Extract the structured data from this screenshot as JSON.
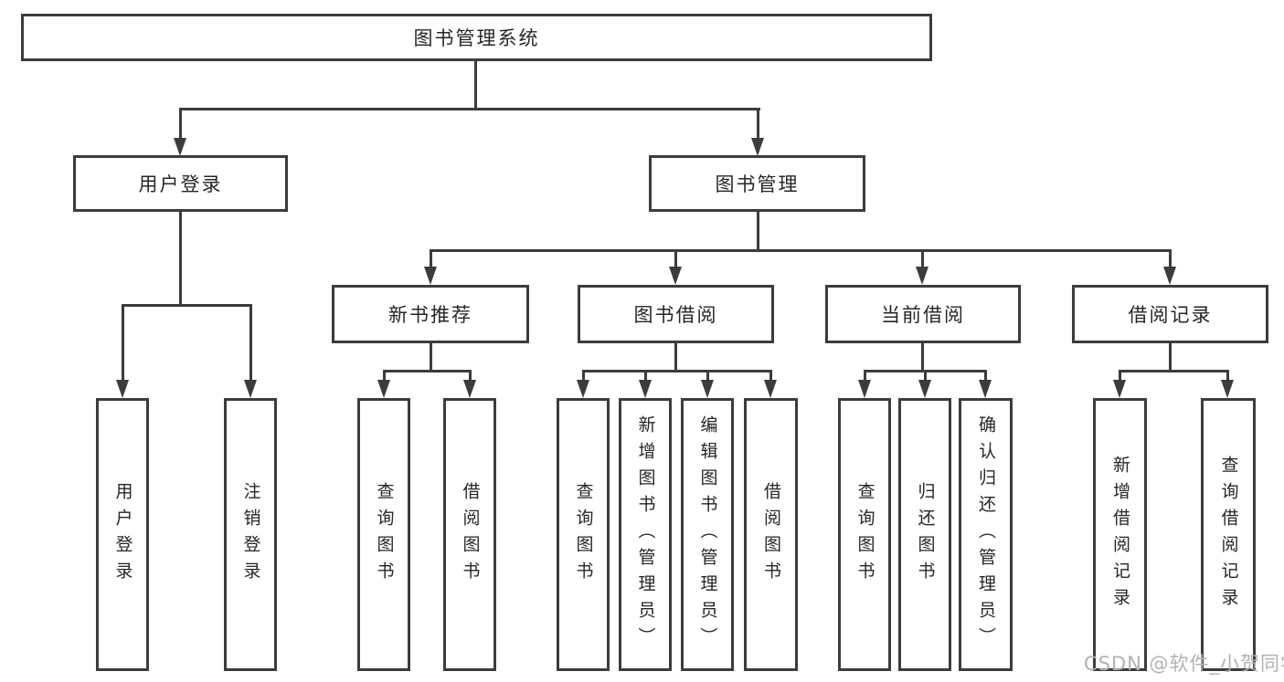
{
  "tree": {
    "root": {
      "label": "图书管理系统"
    },
    "branches": [
      {
        "label": "用户登录",
        "children": [
          {
            "label": "用户登录"
          },
          {
            "label": "注销登录"
          }
        ]
      },
      {
        "label": "图书管理",
        "children": [
          {
            "label": "新书推荐",
            "children": [
              {
                "label": "查询图书"
              },
              {
                "label": "借阅图书"
              }
            ]
          },
          {
            "label": "图书借阅",
            "children": [
              {
                "label": "查询图书"
              },
              {
                "label": "新增图书（管理员）"
              },
              {
                "label": "编辑图书（管理员）"
              },
              {
                "label": "借阅图书"
              }
            ]
          },
          {
            "label": "当前借阅",
            "children": [
              {
                "label": "查询图书"
              },
              {
                "label": "归还图书"
              },
              {
                "label": "确认归还（管理员）"
              }
            ]
          },
          {
            "label": "借阅记录",
            "children": [
              {
                "label": "新增借阅记录"
              },
              {
                "label": "查询借阅记录"
              }
            ]
          }
        ]
      }
    ]
  },
  "watermark": {
    "text": "CSDN @软件_小贺同学"
  },
  "colors": {
    "line": "#3c3c3c",
    "text": "#262626",
    "background": "#ffffff",
    "watermark": "#b2b2b2"
  }
}
